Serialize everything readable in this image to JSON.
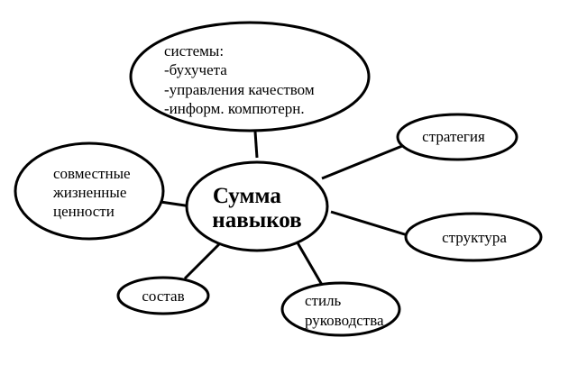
{
  "diagram": {
    "center": {
      "lines": [
        "Сумма",
        "навыков"
      ]
    },
    "nodes": {
      "systems": {
        "lines": [
          "системы:",
          "-бухучета",
          "-управления качеством",
          "-информ. компютерн."
        ]
      },
      "strategy": {
        "lines": [
          "стратегия"
        ]
      },
      "values": {
        "lines": [
          "совместные",
          "жизненные",
          "ценности"
        ]
      },
      "structure": {
        "lines": [
          "структура"
        ]
      },
      "staff": {
        "lines": [
          "состав"
        ]
      },
      "style": {
        "lines": [
          "стиль",
          "руководства"
        ]
      }
    },
    "colors": {
      "stroke": "#000000",
      "fill": "#ffffff",
      "text": "#000000"
    }
  }
}
